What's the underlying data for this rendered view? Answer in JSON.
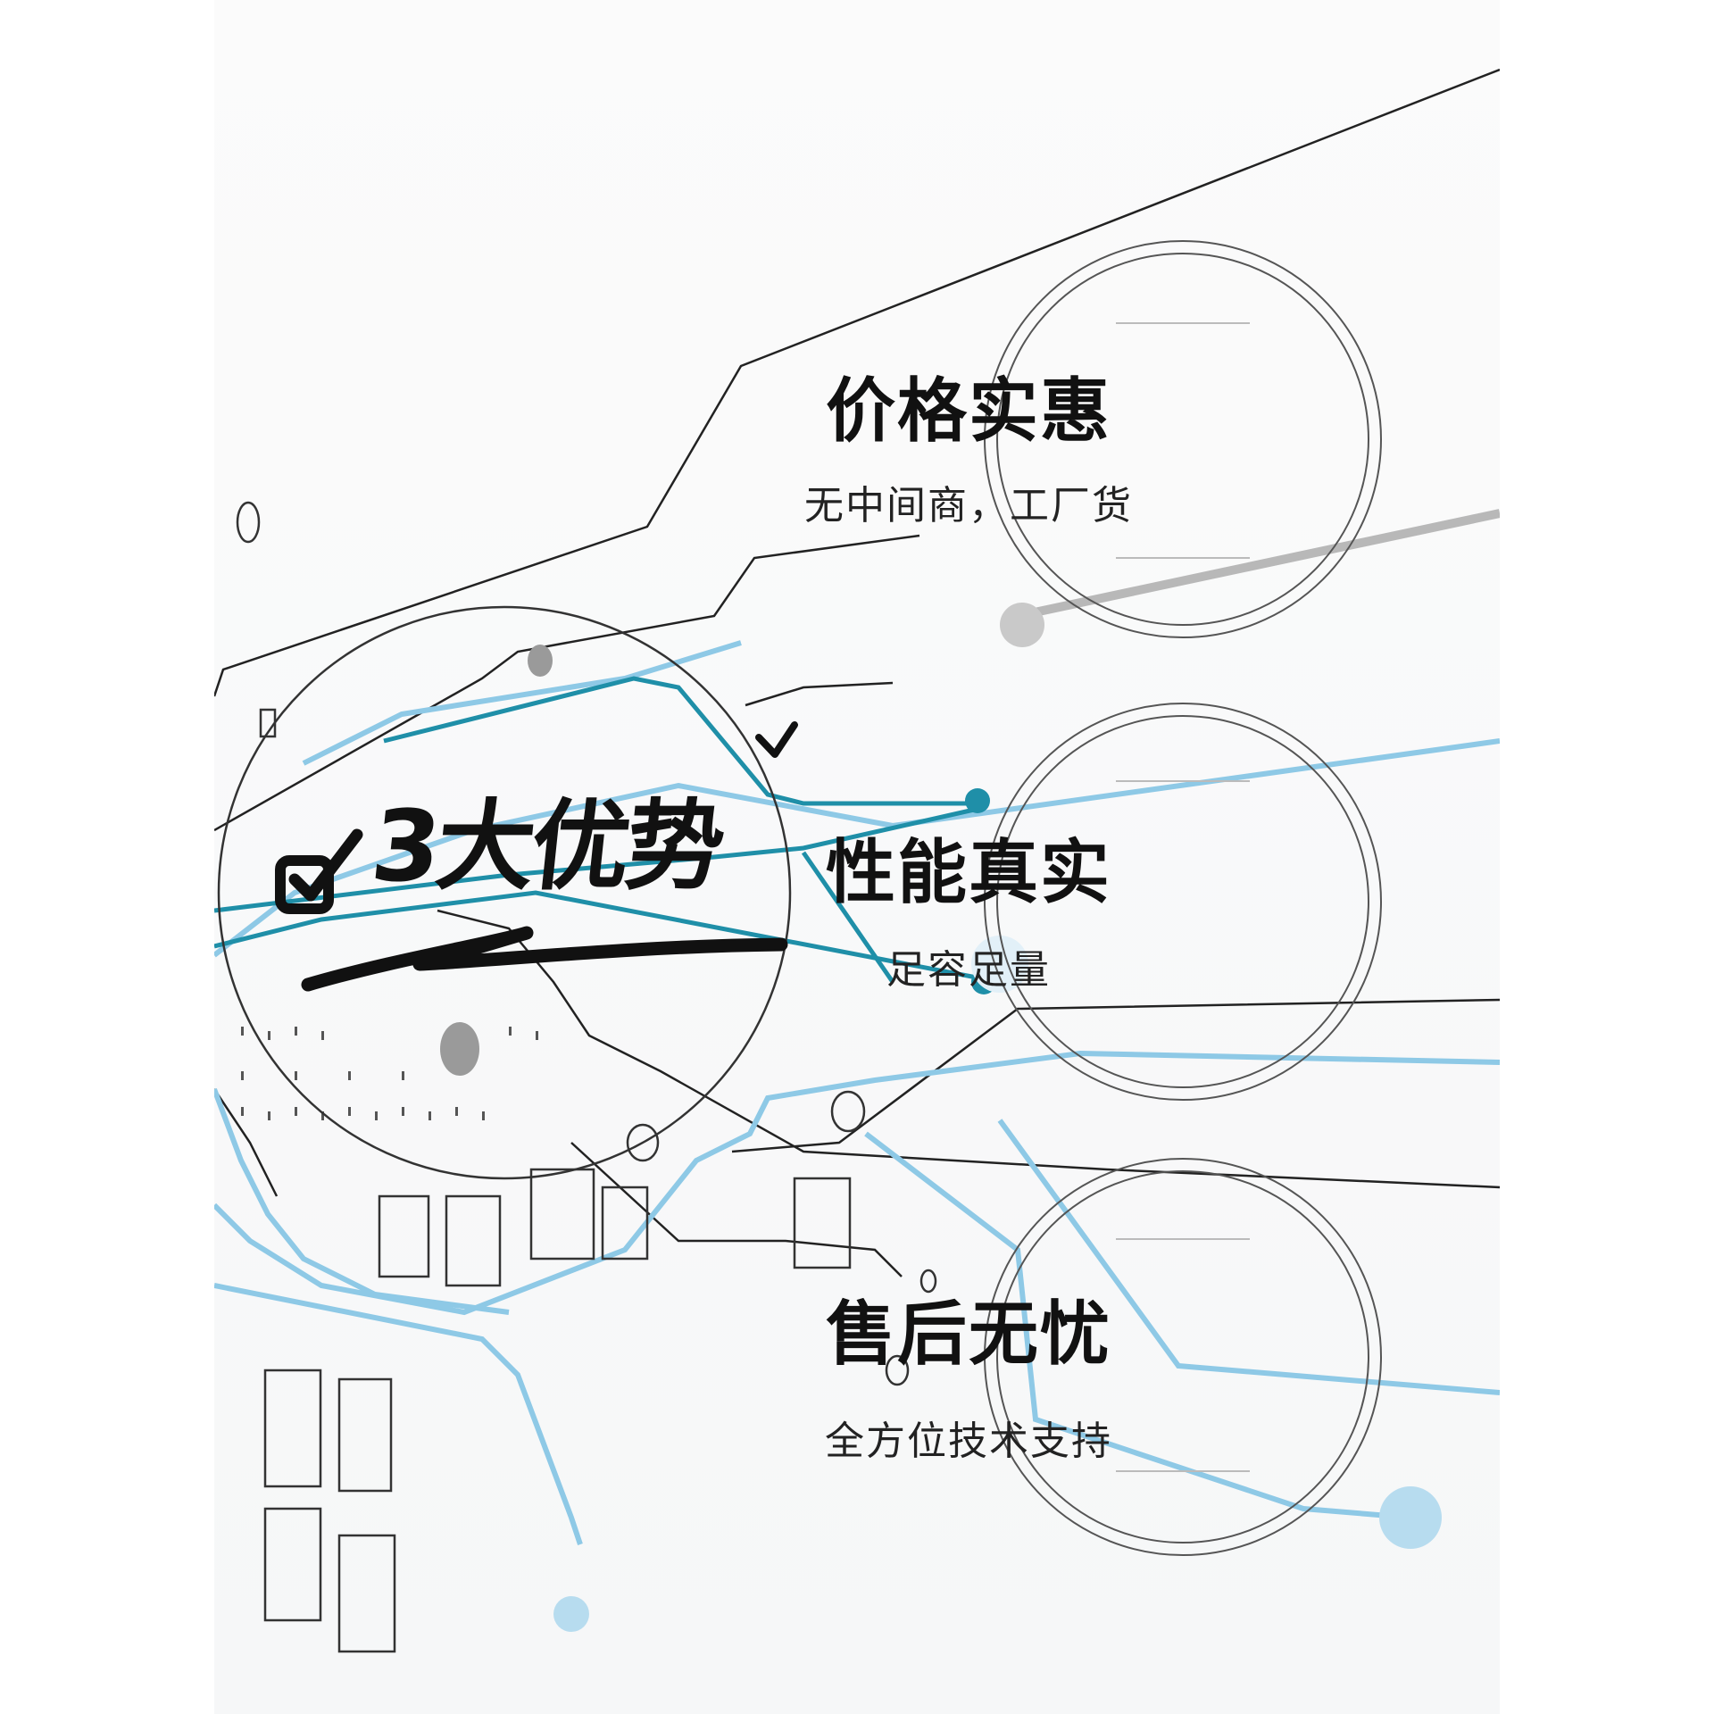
{
  "headline": "3大优势",
  "features": [
    {
      "title": "价格实惠",
      "subtitle": "无中间商，工厂货"
    },
    {
      "title": "性能真实",
      "subtitle": "足容足量"
    },
    {
      "title": "售后无忧",
      "subtitle": "全方位技术支持"
    }
  ],
  "colors": {
    "ink": "#111111",
    "trace_light_blue": "#8ec9e6",
    "trace_teal": "#1f8fa8",
    "node_gray": "#c9c9c9"
  }
}
